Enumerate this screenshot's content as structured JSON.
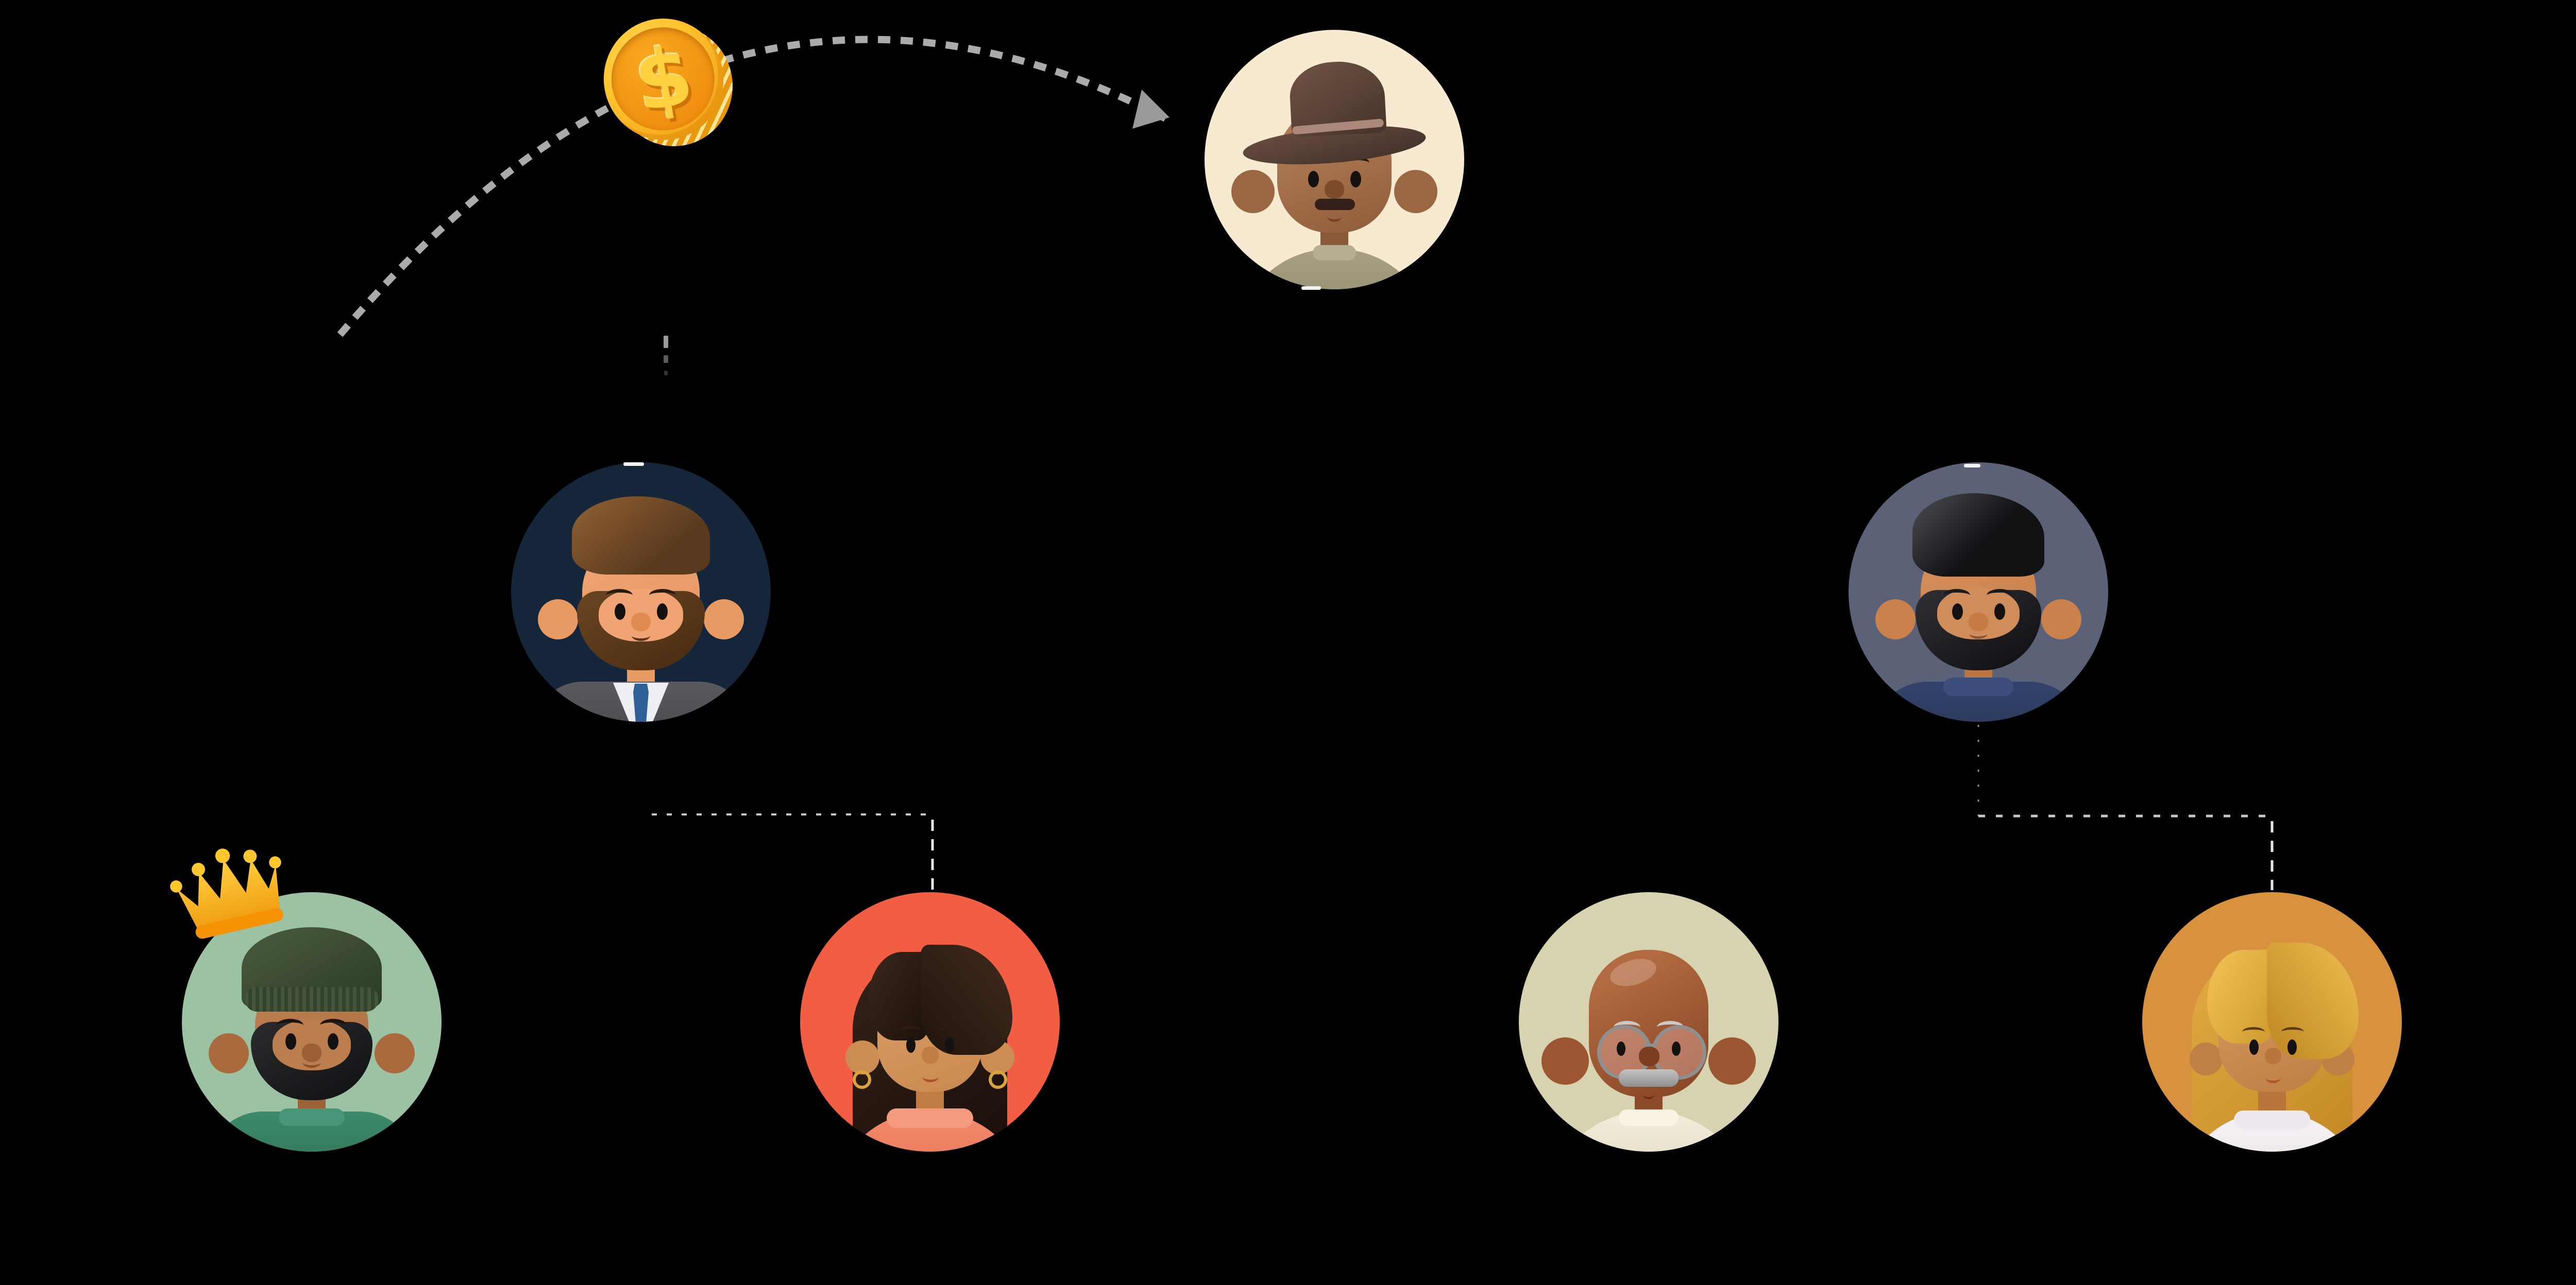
{
  "scene": {
    "background": "#000000"
  },
  "coin": {
    "symbol": "$"
  },
  "colors": {
    "arc_dash": "#ababab",
    "arrowhead": "#9a9a9a",
    "connector_dotted": "#c9c9c9",
    "connector_dashed": "#e8e8e8",
    "connector_fine_dots": "#8f8f8f",
    "stub_dash": "#f2f2f2",
    "trail_dash": "#b5b5b5",
    "coin_face": "#f5a81c",
    "coin_rim": "#ffd02f",
    "crown_gold": "#ffc62e",
    "crown_base": "#f59304"
  },
  "avatars": [
    {
      "id": "top-recipient",
      "variant": "man-wide-brim-hat",
      "circle_color": "#f8e9d1",
      "position": "top-center"
    },
    {
      "id": "middle-left",
      "variant": "man-suit-tie-beard",
      "circle_color": "#16263a",
      "position": "middle-left"
    },
    {
      "id": "middle-right",
      "variant": "man-black-hair-navy-sweater",
      "circle_color": "#5b6278",
      "position": "middle-right"
    },
    {
      "id": "bottom-1",
      "variant": "man-green-beanie-beard",
      "circle_color": "#9dc1a3",
      "position": "bottom-far-left",
      "badge": "crown"
    },
    {
      "id": "bottom-2",
      "variant": "woman-long-dark-hair",
      "circle_color": "#f15e44",
      "position": "bottom-center-left"
    },
    {
      "id": "bottom-3",
      "variant": "elder-man-glasses-mustache",
      "circle_color": "#d7d3b0",
      "position": "bottom-center-right"
    },
    {
      "id": "bottom-4",
      "variant": "woman-long-blonde-hair",
      "circle_color": "#d8923d",
      "position": "bottom-far-right"
    }
  ],
  "edges": [
    {
      "from": "coin",
      "to": "top-recipient",
      "type": "dashed-arc-arrow"
    },
    {
      "from": "middle-left",
      "to": "bottom-2",
      "type": "dotted-elbow"
    },
    {
      "from": "middle-right",
      "to": "bottom-4",
      "type": "dotted-elbow"
    }
  ]
}
